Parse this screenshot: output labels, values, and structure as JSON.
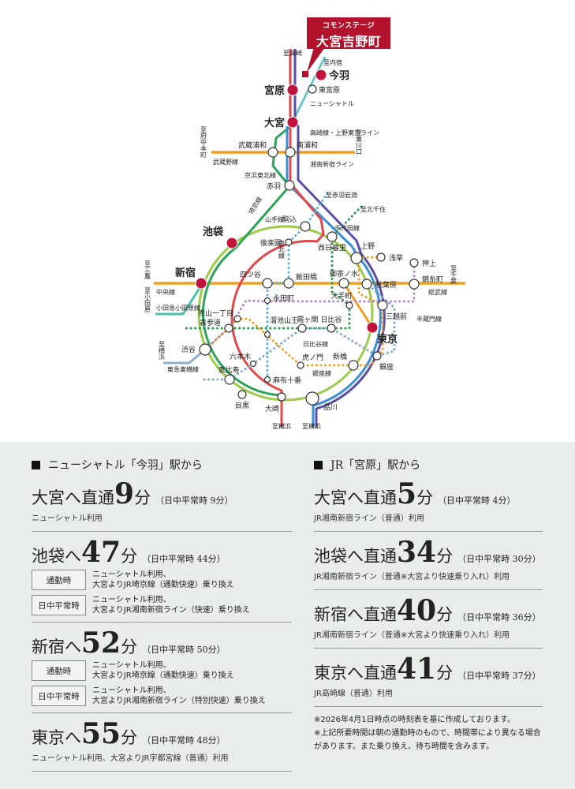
{
  "banner": {
    "sub": "コモンステージ",
    "main": "大宮吉野町"
  },
  "map": {
    "stations": [
      "今羽",
      "東宮原",
      "宮原",
      "大宮",
      "武蔵浦和",
      "南浦和",
      "赤羽",
      "駒込",
      "西日暮里",
      "池袋",
      "後楽園",
      "上野",
      "浅草",
      "押上",
      "新宿",
      "四ツ谷",
      "飯田橋",
      "御茶ノ水",
      "秋葉原",
      "錦糸町",
      "永田町",
      "大手町",
      "三越前",
      "青山一丁目",
      "表参道",
      "溜池山王",
      "霞ヶ関",
      "日比谷",
      "東京",
      "渋谷",
      "六本木",
      "虎ノ門",
      "新橋",
      "銀座",
      "恵比寿",
      "麻布十番",
      "目黒",
      "大崎",
      "品川"
    ],
    "line_labels": [
      "至高崎",
      "至内宿",
      "ニューシャトル",
      "高崎線・上野東京ライン",
      "湘南新宿ライン",
      "京浜東北線",
      "武蔵野線",
      "至府中本町",
      "至東川口",
      "至赤羽岩淵",
      "至北千住",
      "千代田線",
      "山手線",
      "埼京線",
      "南北線",
      "中央線",
      "至三鷹",
      "小田急小田原線",
      "至小田原",
      "総武線",
      "至千葉",
      "半蔵門線",
      "日比谷線",
      "銀座線",
      "東急東横線",
      "至横浜",
      "至横浜",
      "至横浜"
    ],
    "colors": {
      "yamanote": "#9ccb4b",
      "saikyo": "#2ea35a",
      "shonan": "#e0494b",
      "keihin": "#3b8fd6",
      "takasaki": "#5a4ea6",
      "orange": "#f0a020",
      "shuttle": "#6cc7c9",
      "highlight": "#c0143c"
    }
  },
  "left": {
    "heading": "ニューシャトル「今羽」駅から",
    "routes": [
      {
        "dest": "大宮へ直通",
        "num": "9",
        "unit": "分",
        "off": "（日中平常時 9分）",
        "note": "ニューシャトル利用"
      },
      {
        "dest": "池袋へ",
        "num": "47",
        "unit": "分",
        "off": "（日中平常時 44分）",
        "options": [
          {
            "tag": "通勤時",
            "l1": "ニューシャトル利用、",
            "l2": "大宮よりJR埼京線（通勤快速）乗り換え"
          },
          {
            "tag": "日中平常時",
            "l1": "ニューシャトル利用、",
            "l2": "大宮よりJR湘南新宿ライン（快速）乗り換え"
          }
        ]
      },
      {
        "dest": "新宿へ",
        "num": "52",
        "unit": "分",
        "off": "（日中平常時 50分）",
        "options": [
          {
            "tag": "通勤時",
            "l1": "ニューシャトル利用、",
            "l2": "大宮よりJR埼京線（通勤快速）乗り換え"
          },
          {
            "tag": "日中平常時",
            "l1": "ニューシャトル利用、",
            "l2": "大宮よりJR湘南新宿ライン（特別快速）乗り換え"
          }
        ]
      },
      {
        "dest": "東京へ",
        "num": "55",
        "unit": "分",
        "off": "（日中平常時 48分）",
        "note": "ニューシャトル利用、大宮よりJR宇都宮線（普通）利用"
      }
    ]
  },
  "right": {
    "heading": "JR「宮原」駅から",
    "routes": [
      {
        "dest": "大宮へ直通",
        "num": "5",
        "unit": "分",
        "off": "（日中平常時 4分）",
        "note": "JR湘南新宿ライン（普通）利用"
      },
      {
        "dest": "池袋へ直通",
        "num": "34",
        "unit": "分",
        "off": "（日中平常時 30分）",
        "note": "JR湘南新宿ライン（普通※大宮より快速乗り入れ）利用"
      },
      {
        "dest": "新宿へ直通",
        "num": "40",
        "unit": "分",
        "off": "（日中平常時 36分）",
        "note": "JR湘南新宿ライン（普通※大宮より快速乗り入れ）利用"
      },
      {
        "dest": "東京へ直通",
        "num": "41",
        "unit": "分",
        "off": "（日中平常時 37分）",
        "note": "JR高崎線（普通）利用"
      }
    ],
    "footnotes": [
      "※2026年4月1日時点の時刻表を基に作成しております。",
      "※上記所要時間は朝の通勤時のもので、時間帯により異なる場合があります。また乗り換え、待ち時間を含みます。"
    ]
  }
}
